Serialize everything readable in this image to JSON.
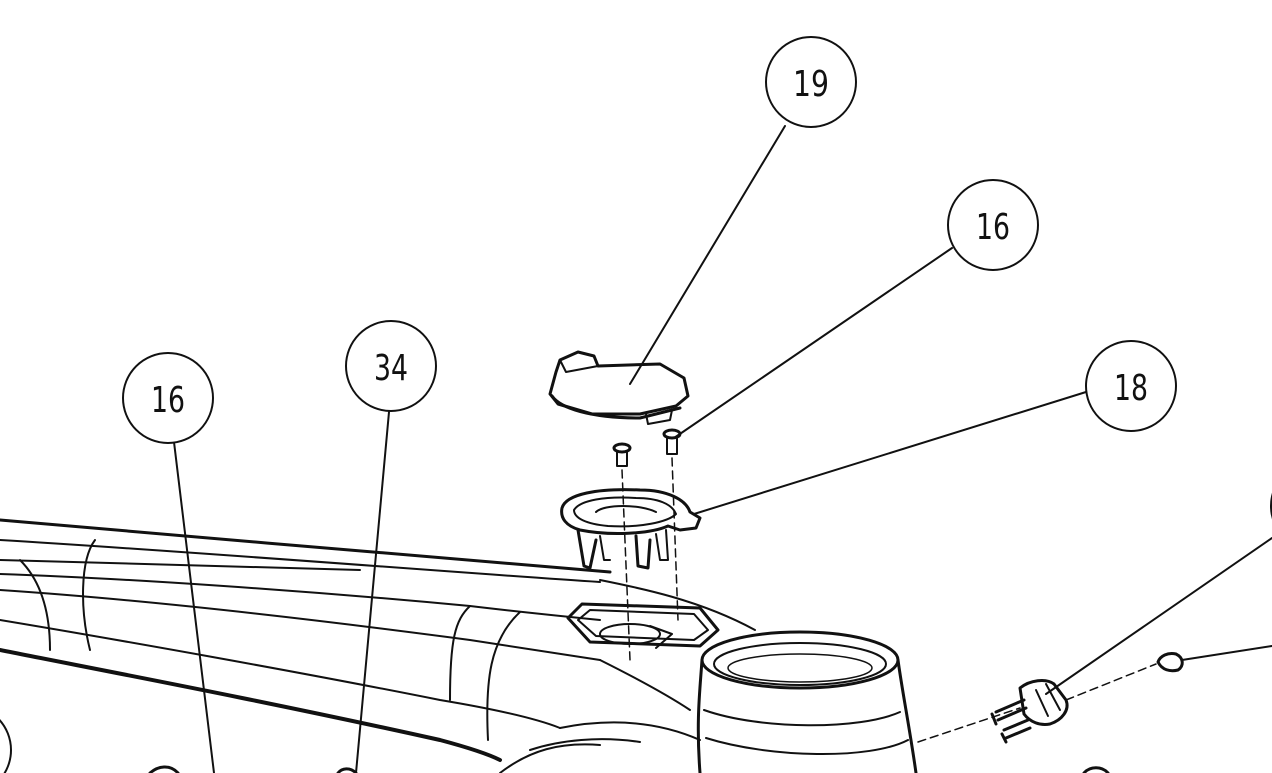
{
  "callouts": [
    {
      "id": "callout-19",
      "label": "19"
    },
    {
      "id": "callout-16-top",
      "label": "16"
    },
    {
      "id": "callout-18",
      "label": "18"
    },
    {
      "id": "callout-34",
      "label": "34"
    },
    {
      "id": "callout-16-left",
      "label": "16"
    },
    {
      "id": "callout-right-edge",
      "label": ""
    },
    {
      "id": "callout-left-edge",
      "label": ""
    }
  ],
  "colors": {
    "line": "#111111",
    "background": "#ffffff"
  }
}
